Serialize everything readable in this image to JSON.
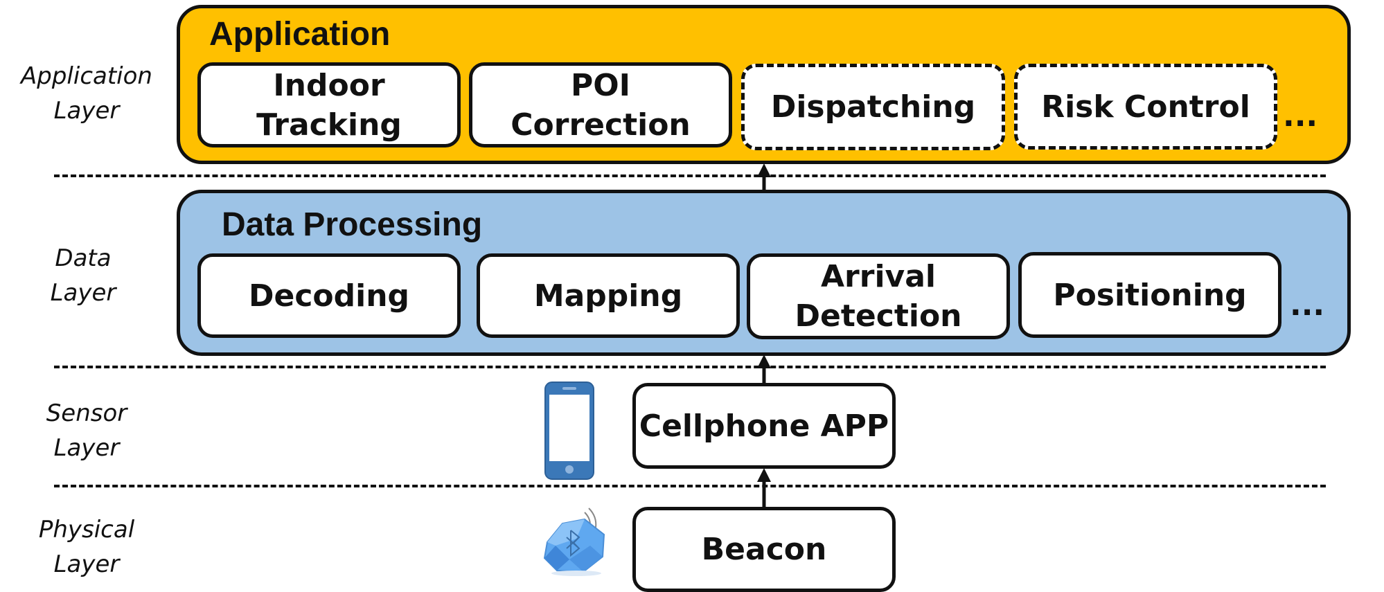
{
  "layers": {
    "application": {
      "label_line1": "Application",
      "label_line2": "Layer"
    },
    "data": {
      "label_line1": "Data",
      "label_line2": "Layer"
    },
    "sensor": {
      "label_line1": "Sensor",
      "label_line2": "Layer"
    },
    "physical": {
      "label_line1": "Physical",
      "label_line2": "Layer"
    }
  },
  "application_panel": {
    "title": "Application",
    "color": "#FFC000",
    "modules": [
      {
        "line1": "Indoor",
        "line2": "Tracking",
        "style": "solid"
      },
      {
        "line1": "POI",
        "line2": "Correction",
        "style": "solid"
      },
      {
        "line1": "Dispatching",
        "line2": "",
        "style": "dashed"
      },
      {
        "line1": "Risk Control",
        "line2": "",
        "style": "dashed"
      }
    ],
    "ellipsis": "..."
  },
  "data_panel": {
    "title": "Data Processing",
    "color": "#9DC3E6",
    "modules": [
      {
        "line1": "Decoding",
        "line2": ""
      },
      {
        "line1": "Mapping",
        "line2": ""
      },
      {
        "line1": "Arrival",
        "line2": "Detection"
      },
      {
        "line1": "Positioning",
        "line2": ""
      }
    ],
    "ellipsis": "..."
  },
  "sensor": {
    "box_label": "Cellphone APP",
    "icon": "smartphone-icon"
  },
  "physical": {
    "box_label": "Beacon",
    "icon": "bluetooth-beacon-icon"
  }
}
